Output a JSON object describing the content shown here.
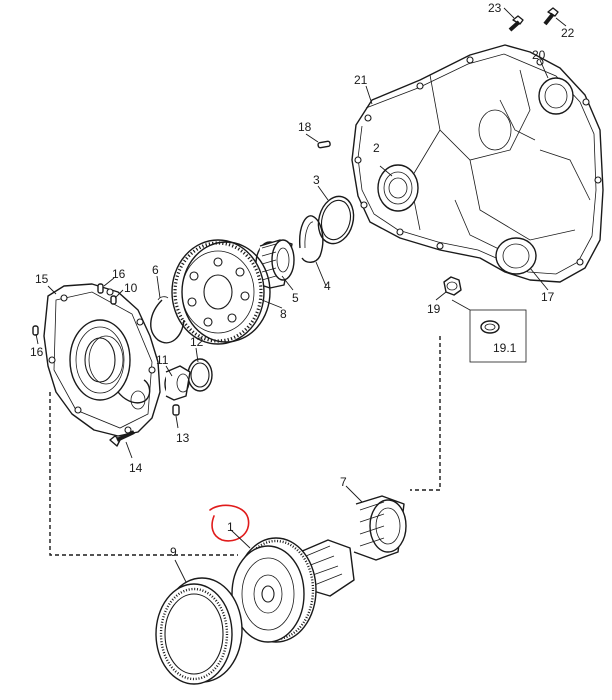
{
  "callouts": {
    "c1": "1",
    "c2": "2",
    "c3": "3",
    "c4": "4",
    "c5": "5",
    "c6": "6",
    "c7": "7",
    "c8": "8",
    "c9": "9",
    "c10": "10",
    "c11": "11",
    "c12": "12",
    "c13": "13",
    "c14": "14",
    "c15": "15",
    "c16a": "16",
    "c16b": "16",
    "c17": "17",
    "c18": "18",
    "c19": "19",
    "c19_1": "19.1",
    "c20": "20",
    "c21": "21",
    "c22": "22",
    "c23": "23"
  },
  "colors": {
    "line": "#1a1a1a",
    "annotation": "#e01b1b"
  }
}
